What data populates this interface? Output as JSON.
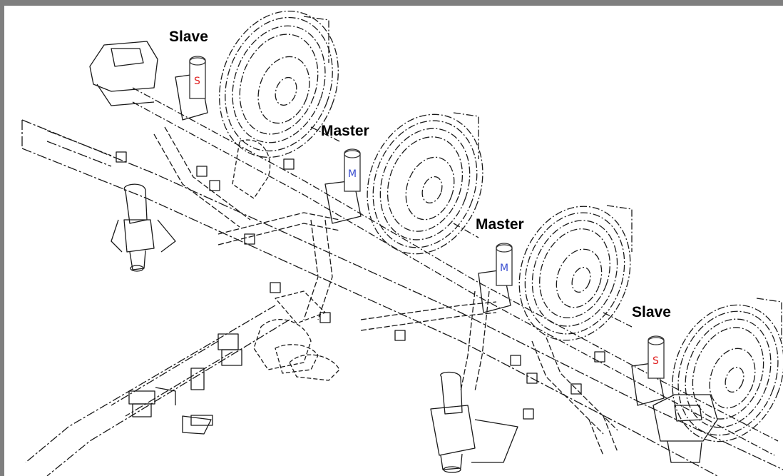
{
  "labels": {
    "slave_1": "Slave",
    "master_1": "Master",
    "master_2": "Master",
    "slave_2": "Slave"
  },
  "cylinder_marks": {
    "slave_1": "S",
    "master_1": "M",
    "master_2": "M",
    "slave_2": "S"
  },
  "colors": {
    "slave_mark": "#e02020",
    "master_mark": "#3a4fd0",
    "line_art": "#111111",
    "frame_border": "#7f7f7f"
  }
}
